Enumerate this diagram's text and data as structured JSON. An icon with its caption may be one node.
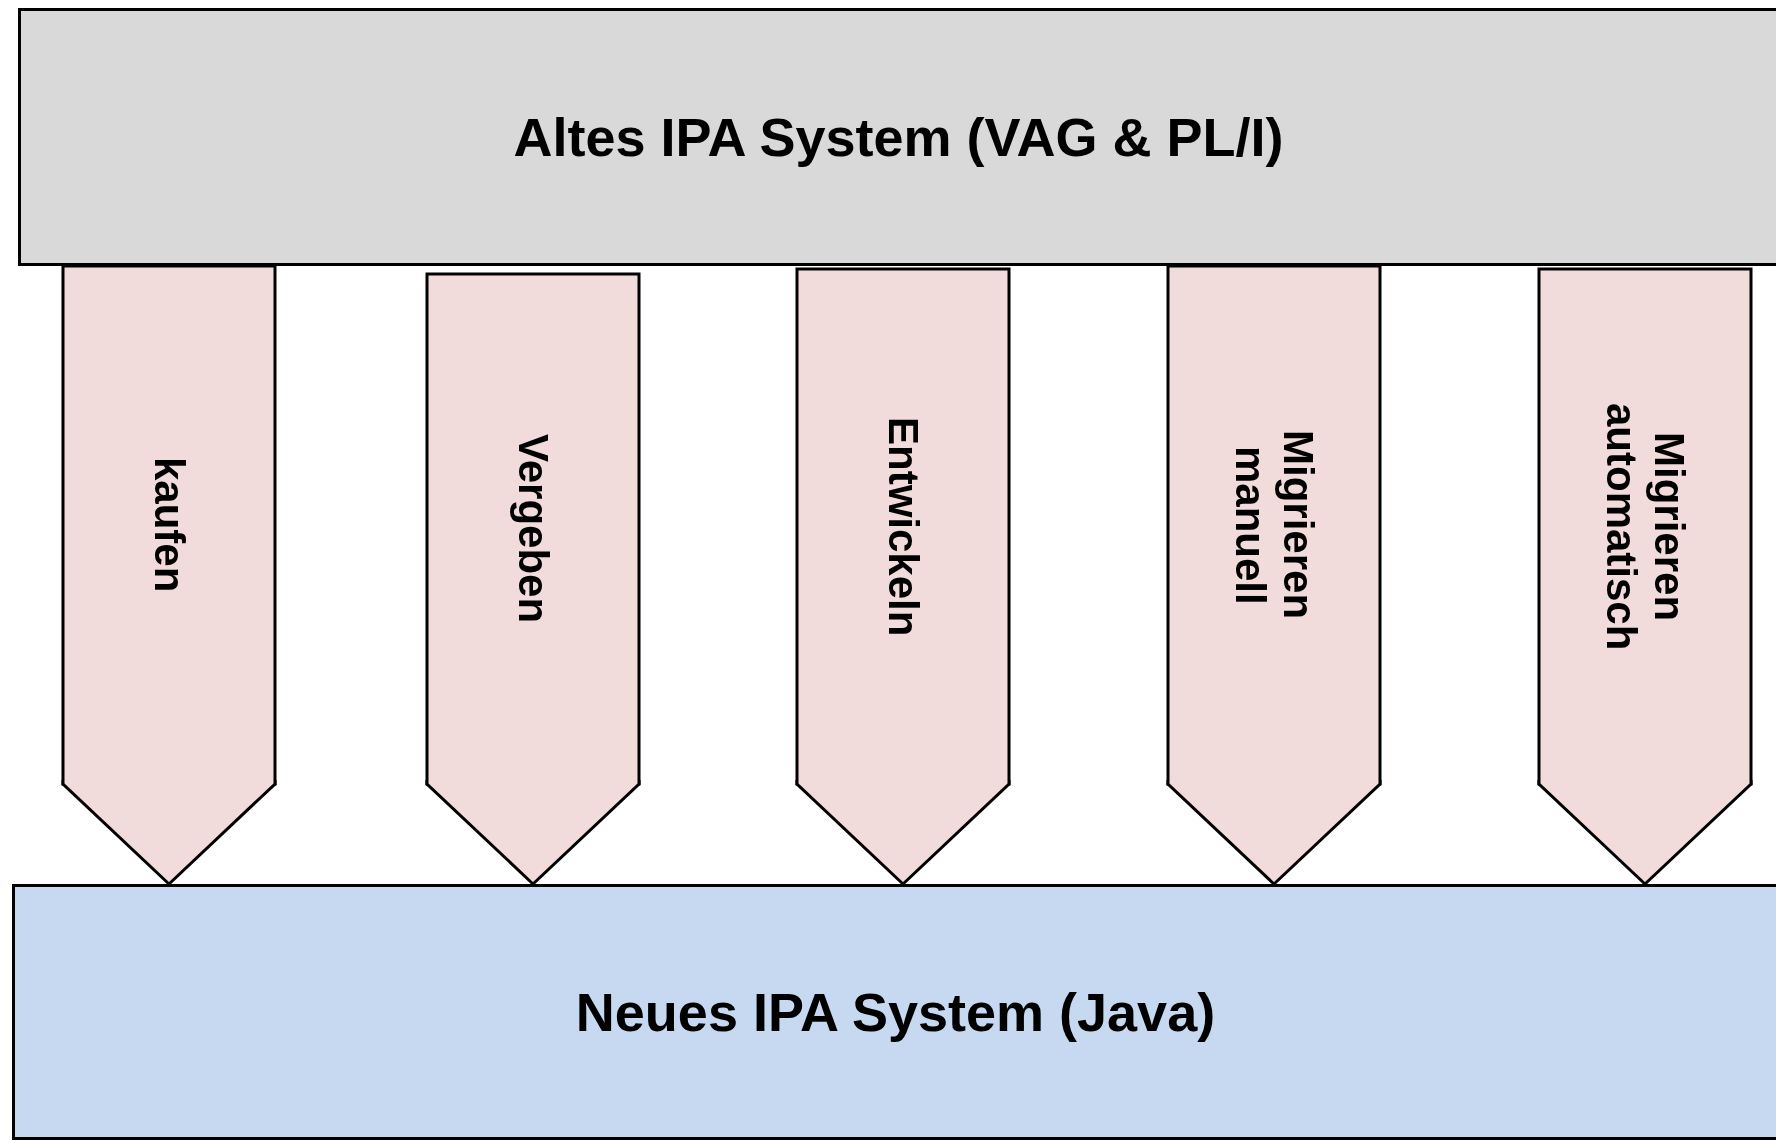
{
  "diagram": {
    "nodes": [
      {
        "text": [
          "Altes IPA System (VAG & PL/I)"
        ]
      },
      {
        "text": [
          "Neues IPA System (Java)"
        ]
      }
    ],
    "edges": [
      {
        "from": 0,
        "to": 1,
        "arrow": "to",
        "label": "kaufen"
      },
      {
        "from": 0,
        "to": 1,
        "arrow": "to",
        "label": "Vergeben"
      },
      {
        "from": 0,
        "to": 1,
        "arrow": "to",
        "label": "Entwickeln"
      },
      {
        "from": 0,
        "to": 1,
        "arrow": "to",
        "label": "Migrieren manuell"
      },
      {
        "from": 0,
        "to": 1,
        "arrow": "to",
        "label": "Migrieren automatisch"
      }
    ]
  }
}
